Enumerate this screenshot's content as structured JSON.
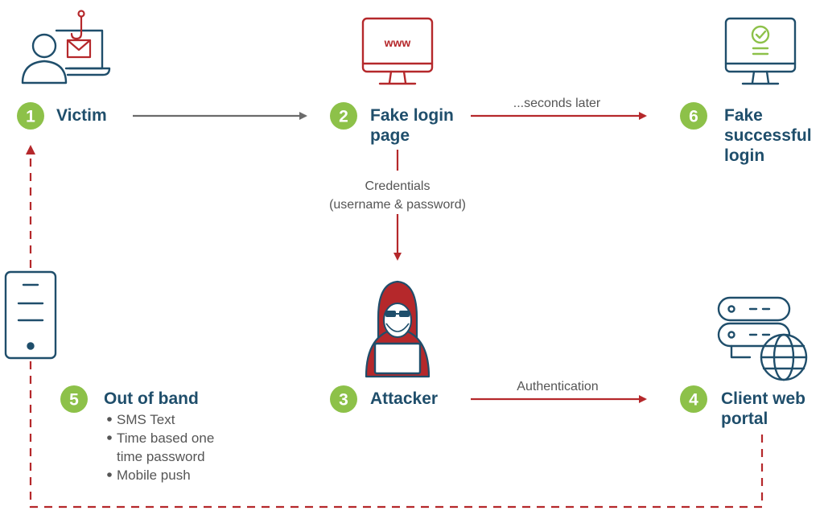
{
  "colors": {
    "navy": "#1f4e6b",
    "red": "#b5282b",
    "green": "#8dc149",
    "gray": "#6b6b6b",
    "textgray": "#555555"
  },
  "nodes": {
    "victim": {
      "number": "1",
      "label": "Victim",
      "icon": "user-laptop-phishing-icon"
    },
    "fake_login": {
      "number": "2",
      "label_line1": "Fake login",
      "label_line2": "page",
      "icon": "www-monitor-icon",
      "monitor_text": "www"
    },
    "attacker": {
      "number": "3",
      "label": "Attacker",
      "icon": "hooded-hacker-icon"
    },
    "portal": {
      "number": "4",
      "label_line1": "Client web",
      "label_line2": "portal",
      "icon": "server-globe-icon"
    },
    "out_of_band": {
      "number": "5",
      "label": "Out of band",
      "icon": "mobile-phone-icon",
      "bullets": [
        "SMS Text",
        "Time based one",
        "time password",
        "Mobile push"
      ]
    },
    "fake_success": {
      "number": "6",
      "label_line1": "Fake",
      "label_line2": "successful",
      "label_line3": "login",
      "icon": "check-monitor-icon"
    }
  },
  "edges": {
    "seconds_later": "...seconds later",
    "credentials_line1": "Credentials",
    "credentials_line2": "(username & password)",
    "authentication": "Authentication"
  }
}
